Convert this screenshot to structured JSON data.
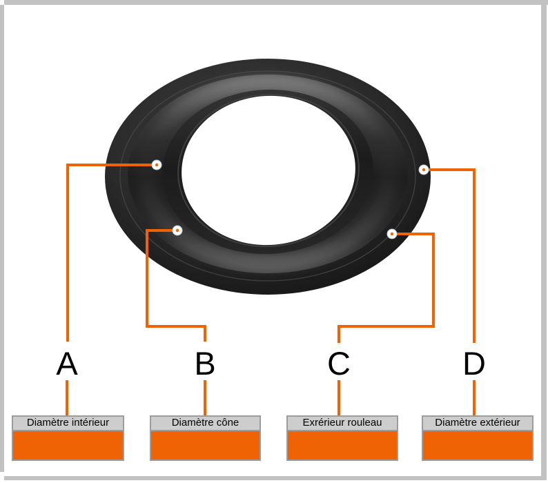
{
  "colors": {
    "accent_orange": "#ef6305",
    "frame_gray": "#c2c2c2",
    "label_header_bg": "#cdcdcd",
    "label_border_gray": "#9c9c9c",
    "ring_black": "#222222"
  },
  "figure": {
    "subject": "speaker-surround-ring"
  },
  "callouts": [
    {
      "letter": "A",
      "label": "Diamètre intérieur"
    },
    {
      "letter": "B",
      "label": "Diamètre cône"
    },
    {
      "letter": "C",
      "label": "Exrérieur rouleau"
    },
    {
      "letter": "D",
      "label": "Diamètre extérieur"
    }
  ]
}
